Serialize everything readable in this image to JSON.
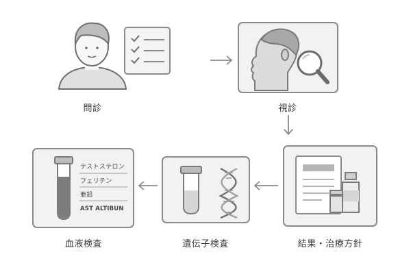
{
  "steps": {
    "interview": {
      "label": "問診"
    },
    "exam": {
      "label": "視診"
    },
    "results": {
      "label": "結果・治療方針"
    },
    "genetic": {
      "label": "遺伝子検査"
    },
    "blood": {
      "label": "血液検査",
      "items": [
        "テストステロン",
        "フェリテン",
        "亜鉛",
        "AST ALTIBUN"
      ]
    }
  },
  "colors": {
    "stroke": "#8a8a8a",
    "fill_light": "#f2f2f2",
    "fill_mid": "#d9d9d9",
    "fill_dark": "#b5b5b5",
    "text": "#3a3a3a"
  }
}
